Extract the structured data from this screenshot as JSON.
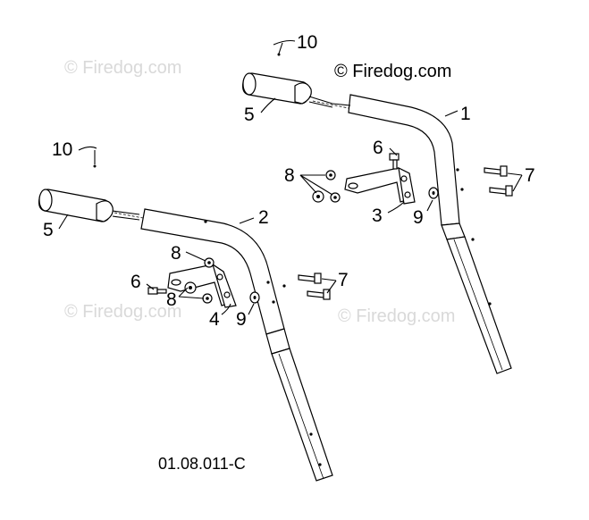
{
  "watermark": {
    "main": "© Firedog.com",
    "faint": "© Firedog.com"
  },
  "diagram_code": "01.08.011-C",
  "callouts": {
    "c1": "1",
    "c2": "2",
    "c3": "3",
    "c4": "4",
    "c5": "5",
    "c6": "6",
    "c7": "7",
    "c8": "8",
    "c9": "9",
    "c10": "10"
  }
}
